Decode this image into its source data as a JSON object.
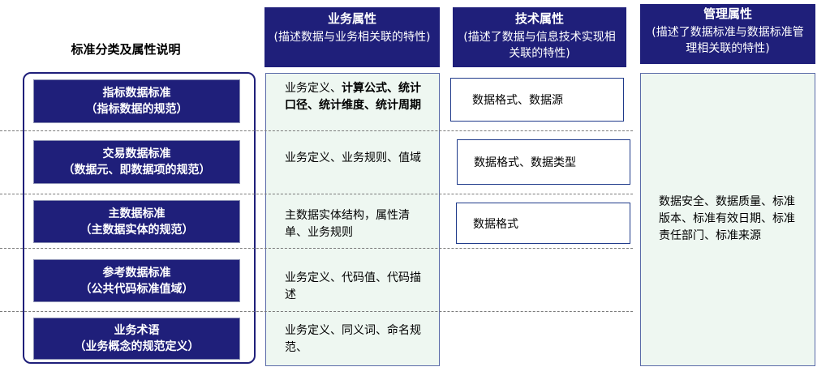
{
  "left_title": "标准分类及属性说明",
  "headers": [
    {
      "title": "业务属性",
      "desc": "(描述数据与业务相关联的特性)"
    },
    {
      "title": "技术属性",
      "desc": "(描述了数据与信息技术实现相关联的特性)"
    },
    {
      "title": "管理属性",
      "desc": "(描述了数据标准与数据标准管理相关联的特性)"
    }
  ],
  "standards": [
    {
      "name": "指标数据标准",
      "sub": "（指标数据的规范）"
    },
    {
      "name": "交易数据标准",
      "sub": "（数据元、即数据项的规范）"
    },
    {
      "name": "主数据标准",
      "sub": "（主数据实体的规范）"
    },
    {
      "name": "参考数据标准",
      "sub": "（公共代码标准值域）"
    },
    {
      "name": "业务术语",
      "sub": "（业务概念的规范定义）"
    }
  ],
  "business": [
    {
      "plain": "业务定义、",
      "bold": "计算公式、统计口径、统计维度、统计周期"
    },
    {
      "plain": "业务定义、业务规则、值域",
      "bold": ""
    },
    {
      "plain": "主数据实体结构，属性清单、业务规则",
      "bold": ""
    },
    {
      "plain": "业务定义、代码值、代码描述",
      "bold": ""
    },
    {
      "plain": "业务定义、同义词、命名规范、",
      "bold": ""
    }
  ],
  "technical": [
    "数据格式、数据源",
    "数据格式、数据类型",
    "数据格式"
  ],
  "management": "数据安全、数据质量、标准版本、标准有效日期、标准责任部门、标准来源"
}
